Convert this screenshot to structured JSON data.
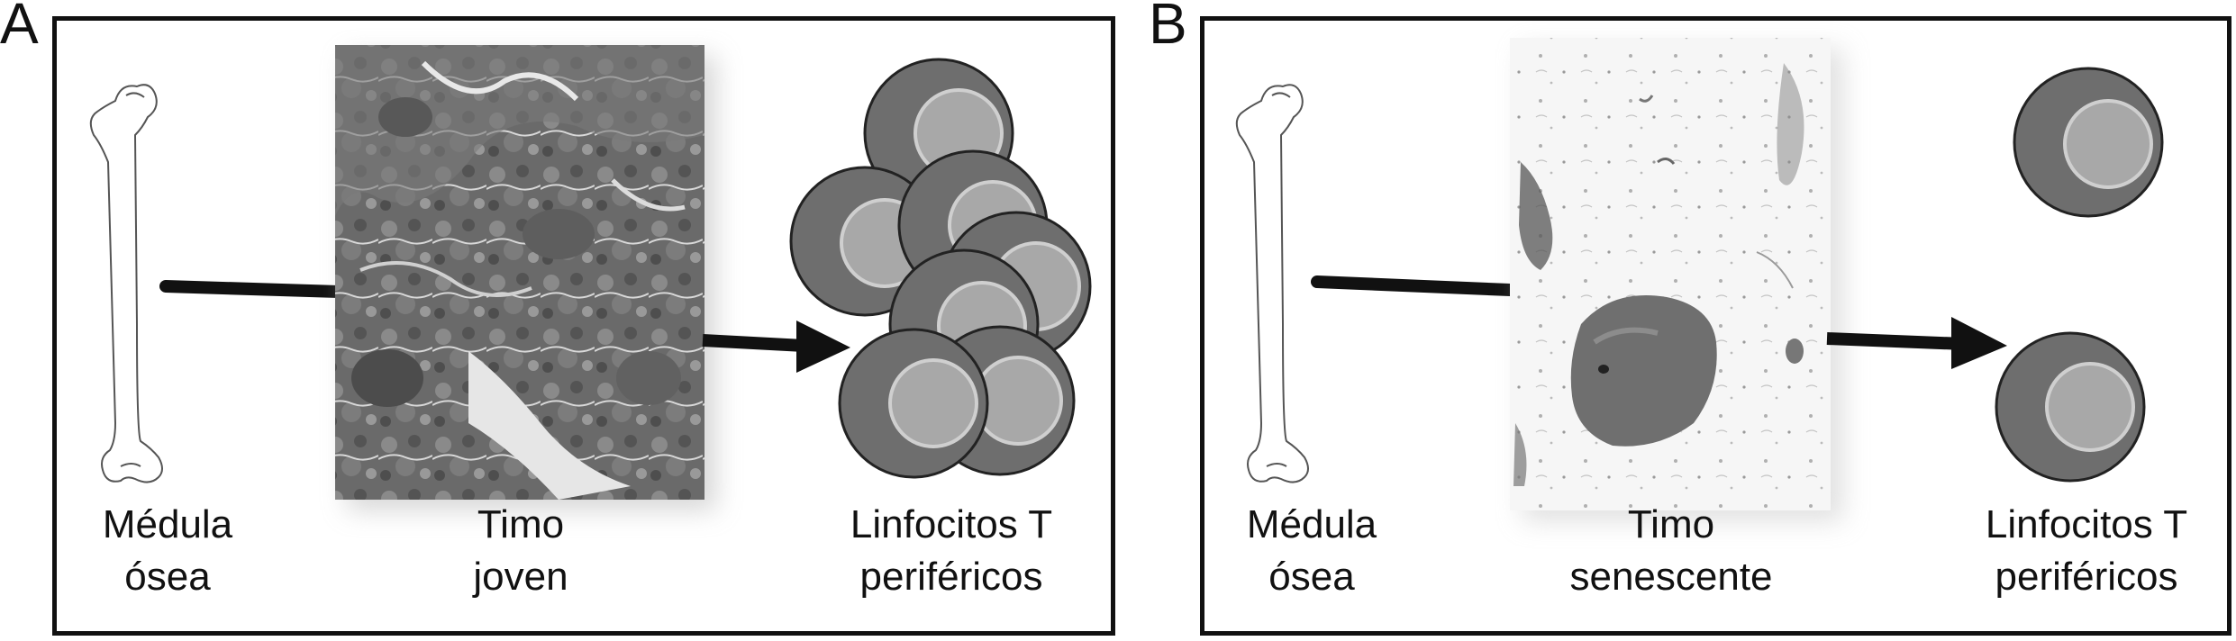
{
  "panels": [
    {
      "letter": "A",
      "labels": {
        "bone": [
          "Médula",
          "ósea"
        ],
        "thymus": [
          "Timo",
          "joven"
        ],
        "cells": [
          "Linfocitos T",
          "periféricos"
        ]
      }
    },
    {
      "letter": "B",
      "labels": {
        "bone": [
          "Médula",
          "ósea"
        ],
        "thymus": [
          "Timo",
          "senescente"
        ],
        "cells": [
          "Linfocitos T",
          "periféricos"
        ]
      }
    }
  ],
  "colors": {
    "frame": "#111111",
    "cell_outer": "#6e6e6e",
    "cell_inner": "#a8a8a8",
    "cell_ring": "#cfcfcf",
    "tissue_dense": "#5a5a5a",
    "tissue_sparse": "#f4f4f4"
  }
}
